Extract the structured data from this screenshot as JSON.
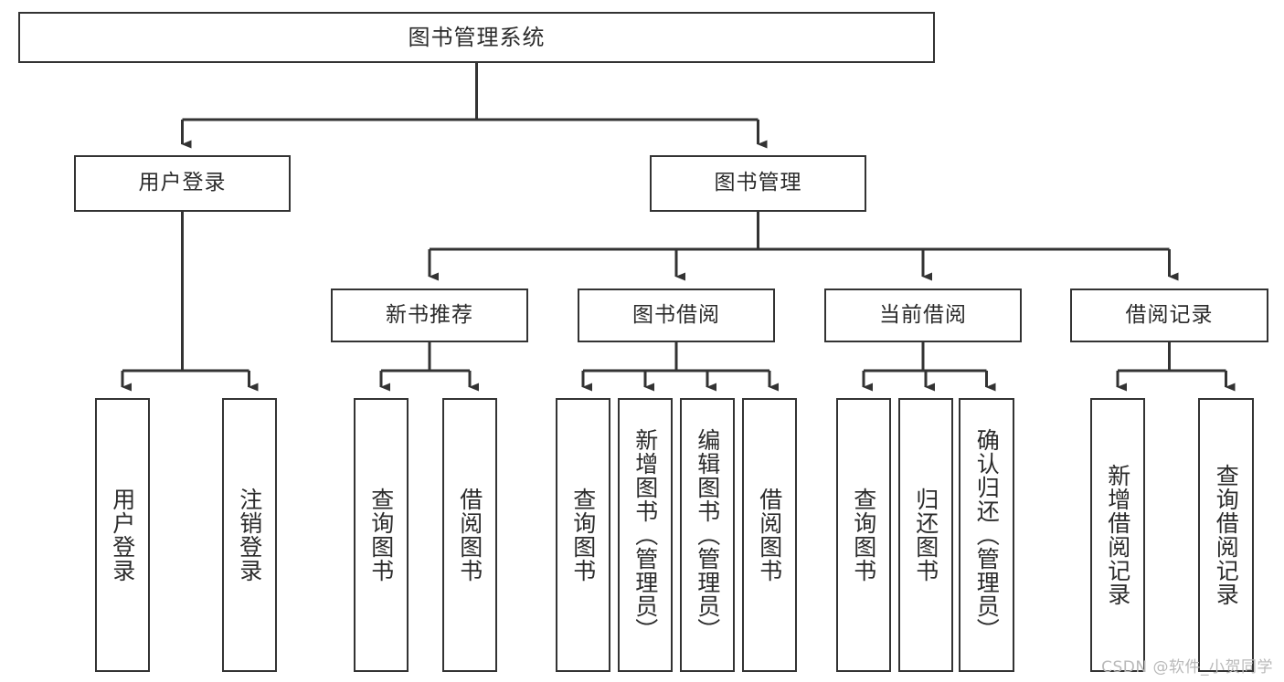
{
  "diagram": {
    "title": "图书管理系统",
    "type": "hierarchy-tree",
    "colors": {
      "box_border": "#333333",
      "box_fill": "#ffffff",
      "connector": "#333333",
      "text": "#2b2b2b",
      "watermark": "#b9b9b9",
      "background": "#ffffff"
    },
    "watermark": "CSDN @软件_小贺同学",
    "levels": [
      {
        "level": 1,
        "nodes": [
          {
            "id": "root",
            "label": "图书管理系统",
            "orientation": "horizontal"
          }
        ]
      },
      {
        "level": 2,
        "nodes": [
          {
            "id": "user-login",
            "label": "用户登录",
            "orientation": "horizontal",
            "parent": "root"
          },
          {
            "id": "book-manage",
            "label": "图书管理",
            "orientation": "horizontal",
            "parent": "root"
          }
        ]
      },
      {
        "level": 3,
        "nodes": [
          {
            "id": "new-book-rec",
            "label": "新书推荐",
            "orientation": "horizontal",
            "parent": "book-manage"
          },
          {
            "id": "book-borrow",
            "label": "图书借阅",
            "orientation": "horizontal",
            "parent": "book-manage"
          },
          {
            "id": "current-borrow",
            "label": "当前借阅",
            "orientation": "horizontal",
            "parent": "book-manage"
          },
          {
            "id": "borrow-record",
            "label": "借阅记录",
            "orientation": "horizontal",
            "parent": "book-manage"
          }
        ]
      },
      {
        "level": 4,
        "nodes": [
          {
            "id": "leaf-user-login",
            "label": "用户登录",
            "orientation": "vertical",
            "parent": "user-login"
          },
          {
            "id": "leaf-user-logout",
            "label": "注销登录",
            "orientation": "vertical",
            "parent": "user-login"
          },
          {
            "id": "leaf-query-book-1",
            "label": "查询图书",
            "orientation": "vertical",
            "parent": "new-book-rec"
          },
          {
            "id": "leaf-borrow-book-1",
            "label": "借阅图书",
            "orientation": "vertical",
            "parent": "new-book-rec"
          },
          {
            "id": "leaf-query-book-2",
            "label": "查询图书",
            "orientation": "vertical",
            "parent": "book-borrow"
          },
          {
            "id": "leaf-add-book",
            "label": "新增图书（管理员）",
            "orientation": "vertical",
            "parent": "book-borrow"
          },
          {
            "id": "leaf-edit-book",
            "label": "编辑图书（管理员）",
            "orientation": "vertical",
            "parent": "book-borrow"
          },
          {
            "id": "leaf-borrow-book-2",
            "label": "借阅图书",
            "orientation": "vertical",
            "parent": "book-borrow"
          },
          {
            "id": "leaf-query-book-3",
            "label": "查询图书",
            "orientation": "vertical",
            "parent": "current-borrow"
          },
          {
            "id": "leaf-return-book",
            "label": "归还图书",
            "orientation": "vertical",
            "parent": "current-borrow"
          },
          {
            "id": "leaf-confirm-return",
            "label": "确认归还（管理员）",
            "orientation": "vertical",
            "parent": "current-borrow"
          },
          {
            "id": "leaf-add-record",
            "label": "新增借阅记录",
            "orientation": "vertical",
            "parent": "borrow-record"
          },
          {
            "id": "leaf-query-record",
            "label": "查询借阅记录",
            "orientation": "vertical",
            "parent": "borrow-record"
          }
        ]
      }
    ]
  }
}
